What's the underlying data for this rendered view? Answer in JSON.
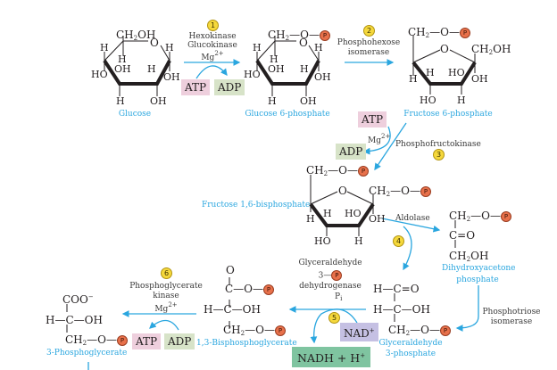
{
  "pathway": "Glycolysis (preparatory and early payoff phase)",
  "colors": {
    "compound_name": "#2aa6df",
    "arrow": "#2aa6df",
    "atp_box": "#eecfdd",
    "adp_box": "#d7e3c8",
    "nad_box": "#c5c0e3",
    "nadh_box": "#7fc4a0",
    "phosphate": "#e8714b",
    "step_badge": "#f5d83c"
  },
  "phosphate_symbol": "P",
  "steps": [
    {
      "number": "1",
      "enzymes": [
        "Hexokinase",
        "Glucokinase"
      ],
      "cofactor": "Mg2+",
      "consumes": "ATP",
      "produces": "ADP"
    },
    {
      "number": "2",
      "enzymes": [
        "Phosphohexose",
        "isomerase"
      ]
    },
    {
      "number": "3",
      "enzymes": [
        "Phosphofructokinase"
      ],
      "cofactor": "Mg2+",
      "consumes": "ATP",
      "produces": "ADP"
    },
    {
      "number": "4",
      "enzymes": [
        "Aldolase"
      ]
    },
    {
      "number": "5",
      "enzymes": [
        "Glyceraldehyde",
        "3-P",
        "dehydrogenase"
      ],
      "cofactor": "Pi",
      "consumes": "NAD+",
      "produces": "NADH + H+"
    },
    {
      "number": "6",
      "enzymes": [
        "Phosphoglycerate",
        "kinase"
      ],
      "cofactor": "Mg2+",
      "consumes": "ADP",
      "produces": "ATP"
    },
    {
      "number": "",
      "enzymes": [
        "Phosphotriose",
        "isomerase"
      ]
    }
  ],
  "compounds": {
    "glucose": "Glucose",
    "g6p": "Glucose 6-phosphate",
    "f6p": "Fructose 6-phosphate",
    "f16bp": "Fructose 1,6-bisphosphate",
    "dhap": [
      "Dihydroxyacetone",
      "phosphate"
    ],
    "g3p": [
      "Glyceraldehyde",
      "3-phosphate"
    ],
    "bpg": "1,3-Bisphosphoglycerate",
    "pg3": "3-Phosphoglycerate"
  },
  "labels": {
    "atp": "ATP",
    "adp": "ADP",
    "nad": "NAD",
    "nadh": "NADH + H",
    "mg": "Mg",
    "pi": "P"
  }
}
